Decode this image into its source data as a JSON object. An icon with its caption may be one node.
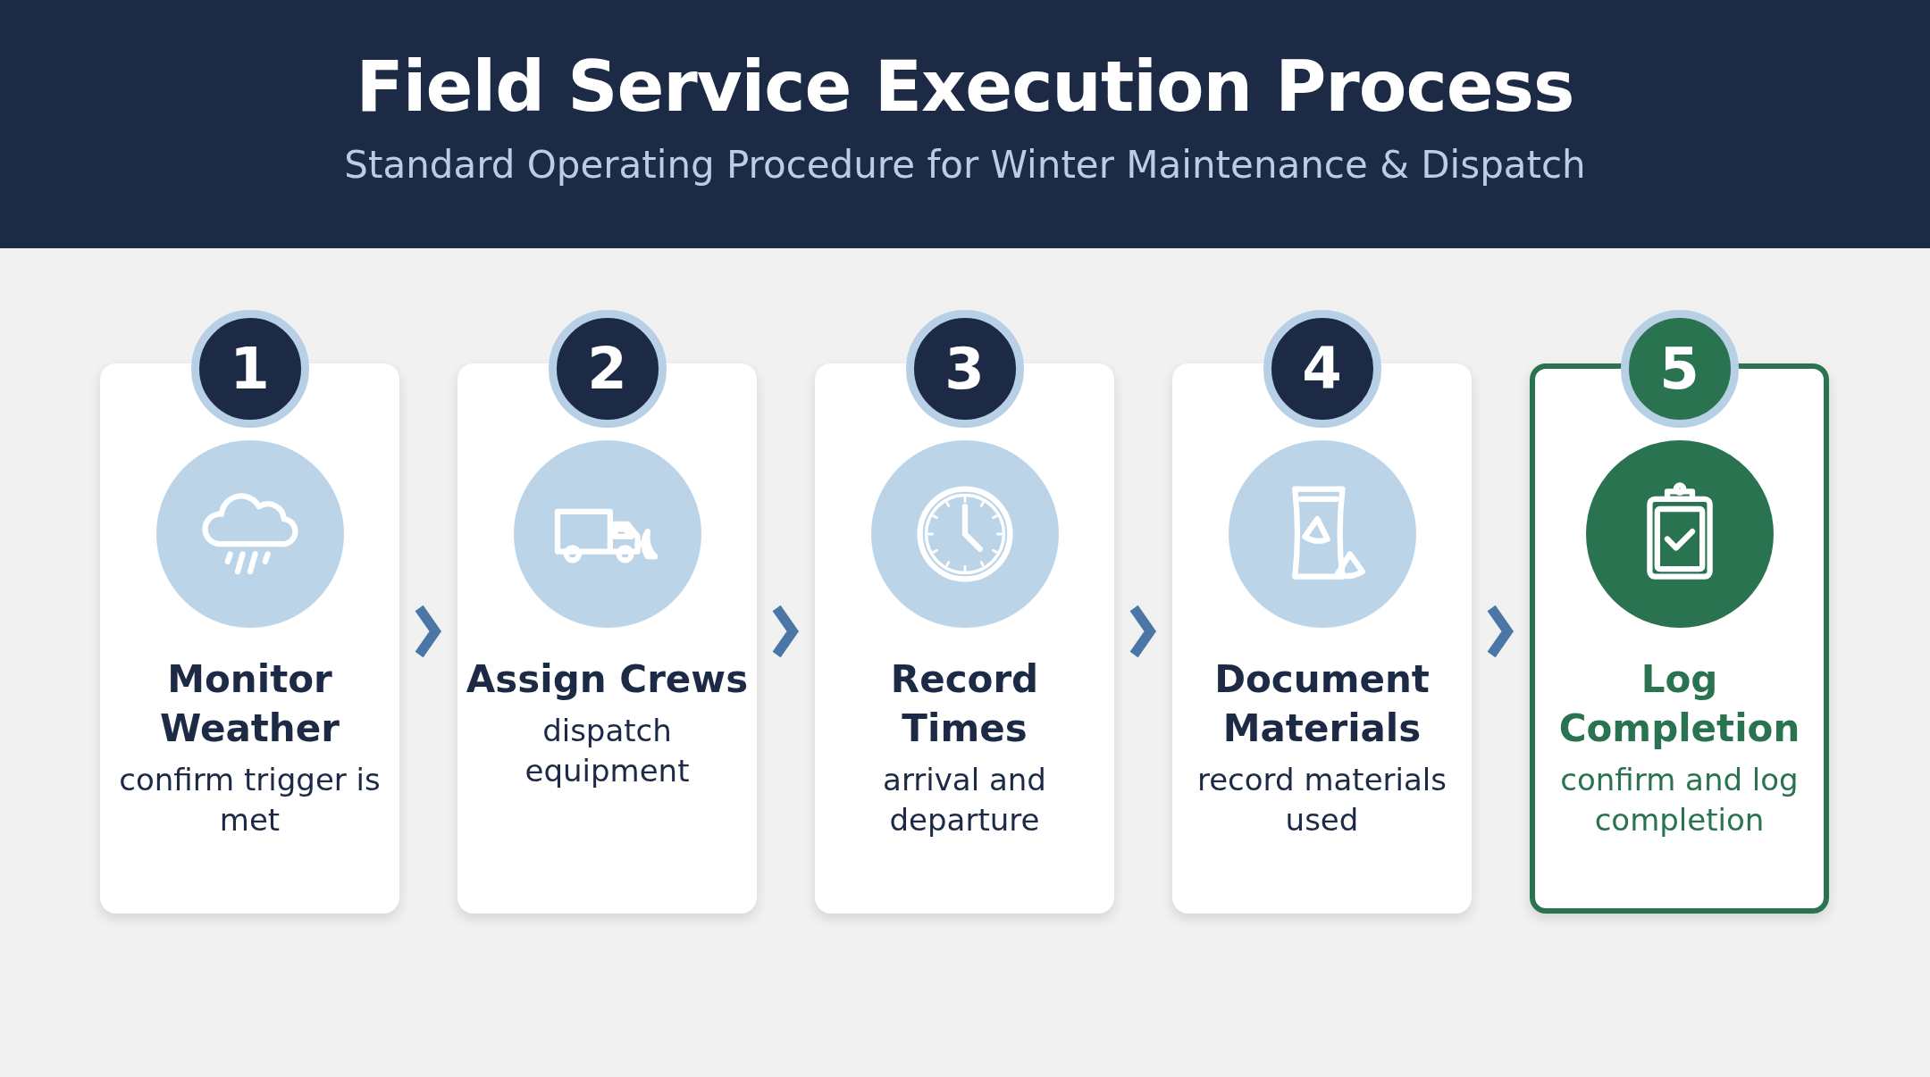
{
  "diagram": {
    "title": "Field Service Execution Process",
    "caption": "Standard Operating Procedure for Winter Maintenance & Dispatch",
    "nodes": [
      {
        "text": [
          "1",
          "Monitor Weather",
          "confirm trigger is met"
        ]
      },
      {
        "text": [
          "2",
          "Assign Crews",
          "dispatch equipment"
        ]
      },
      {
        "text": [
          "3",
          "Record Times",
          "arrival and departure"
        ]
      },
      {
        "text": [
          "4",
          "Document Materials",
          "record materials used"
        ]
      },
      {
        "text": [
          "5",
          "Log Completion",
          "confirm and log completion"
        ]
      }
    ],
    "edges": [
      {
        "from": 0,
        "to": 1,
        "arrow": "to"
      },
      {
        "from": 1,
        "to": 2,
        "arrow": "to"
      },
      {
        "from": 2,
        "to": 3,
        "arrow": "to"
      },
      {
        "from": 3,
        "to": 4,
        "arrow": "to"
      }
    ]
  }
}
